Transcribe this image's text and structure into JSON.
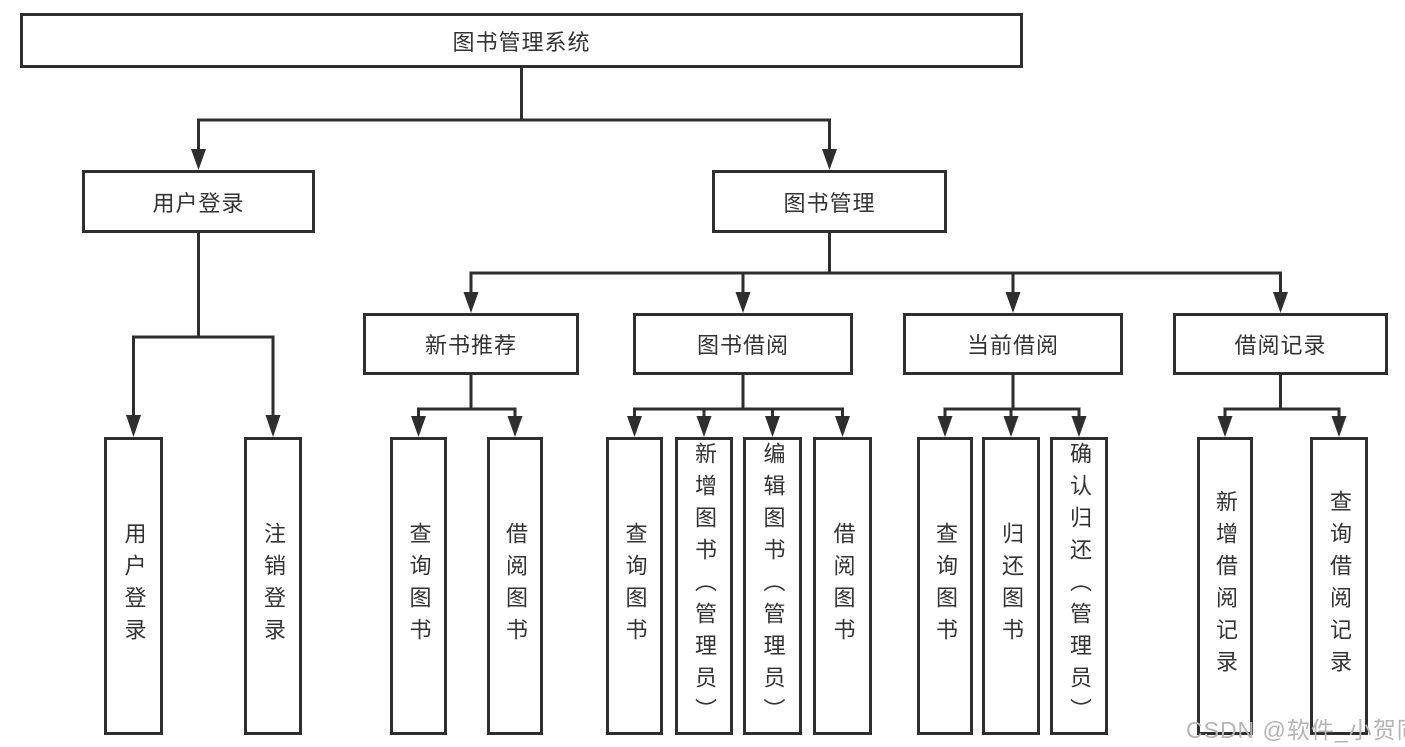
{
  "root": {
    "label": "图书管理系统"
  },
  "branches": [
    {
      "label": "用户登录",
      "children": [
        {
          "label": "用户登录"
        },
        {
          "label": "注销登录"
        }
      ]
    },
    {
      "label": "图书管理",
      "sections": [
        {
          "label": "新书推荐",
          "children": [
            {
              "label": "查询图书"
            },
            {
              "label": "借阅图书"
            }
          ]
        },
        {
          "label": "图书借阅",
          "children": [
            {
              "label": "查询图书"
            },
            {
              "label": "新增图书（管理员）"
            },
            {
              "label": "编辑图书（管理员）"
            },
            {
              "label": "借阅图书"
            }
          ]
        },
        {
          "label": "当前借阅",
          "children": [
            {
              "label": "查询图书"
            },
            {
              "label": "归还图书"
            },
            {
              "label": "确认归还（管理员）"
            }
          ]
        },
        {
          "label": "借阅记录",
          "children": [
            {
              "label": "新增借阅记录"
            },
            {
              "label": "查询借阅记录"
            }
          ]
        }
      ]
    }
  ],
  "watermark": {
    "text": "CSDN @软件_小贺同学"
  },
  "colors": {
    "line": "#2e2e2e",
    "text": "#333333",
    "watermark": "#b5b5b5",
    "background": "#ffffff"
  }
}
